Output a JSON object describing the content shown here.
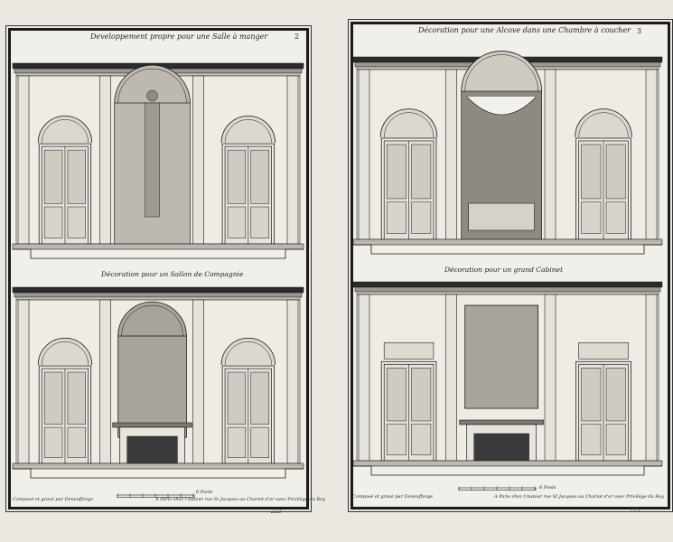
{
  "plates": [
    {
      "number": "2",
      "title": "Developpement propre pour une Salle à manger",
      "caption": "Décoration pour un Sallon de Compagnie",
      "scale_label": "6 Pieds",
      "credit": "Composé et gravé par Deneufforge",
      "publisher": "A Paris chez l'Auteur rue St Jacques au Chariot d'or avec Privilège du Roy",
      "page": "222"
    },
    {
      "number": "3",
      "title": "Décoration pour une Alcove dans une Chambre à coucher",
      "caption": "Décoration pour un grand Cabinet",
      "scale_label": "6 Pieds",
      "credit": "Composé et gravé par Deneufforge",
      "publisher": "A Paris chez l'Auteur rue St Jacques au Chariot d'or avec Privilège du Roy",
      "page": "223"
    }
  ],
  "colors": {
    "paper": "#ebe8e1",
    "ink": "#1b1b1b",
    "shade": "#8a8680"
  }
}
